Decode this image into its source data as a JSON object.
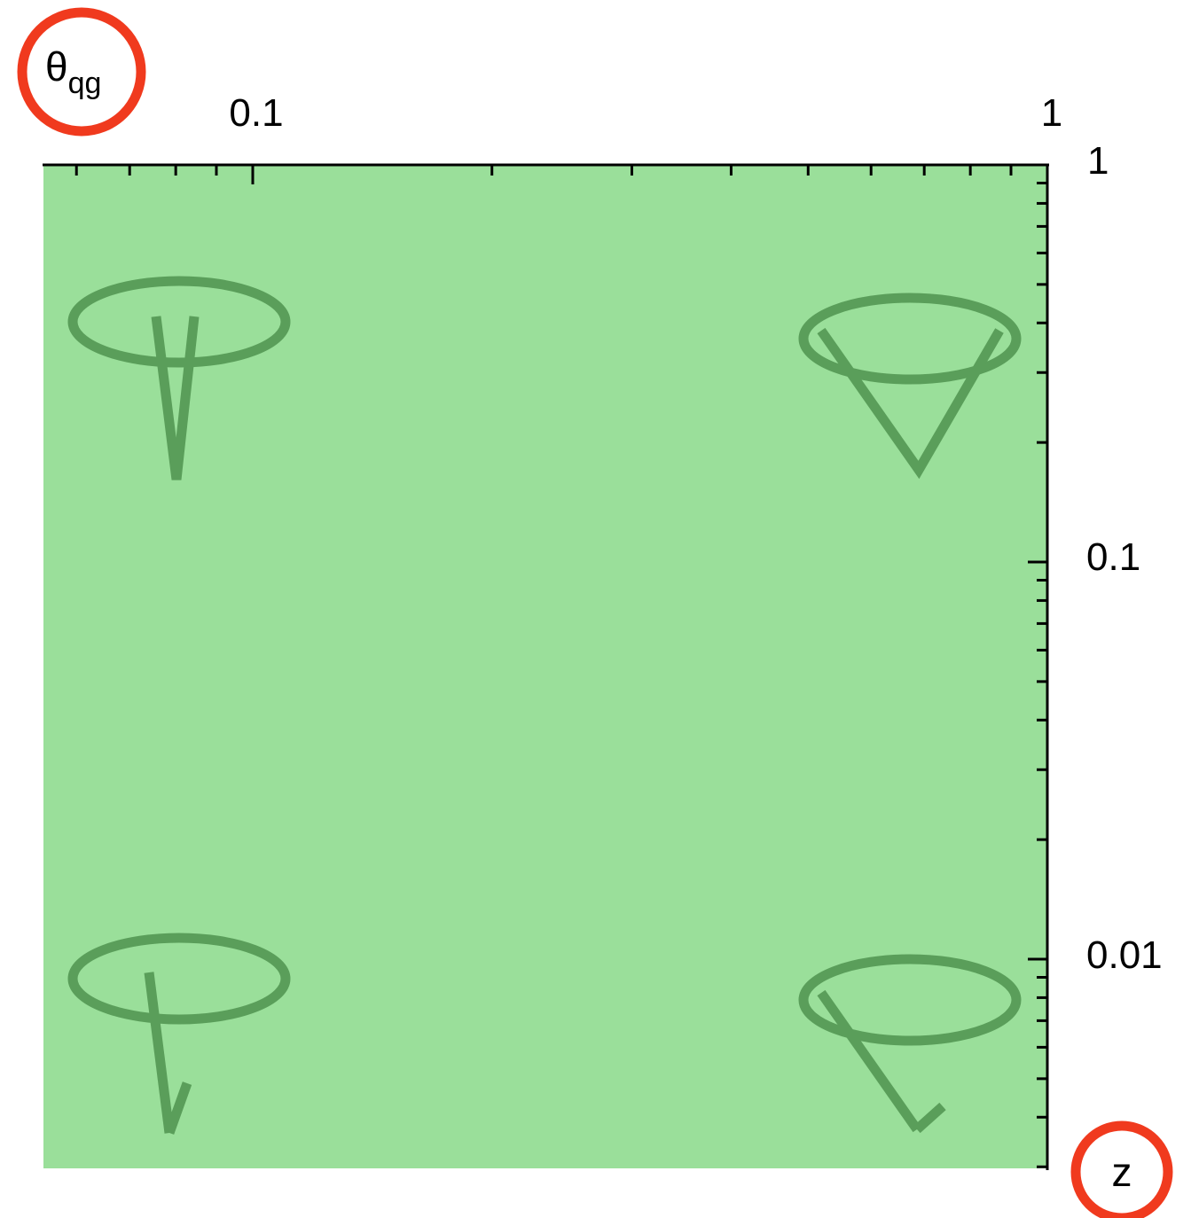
{
  "axes": {
    "x_label": "z",
    "y_label_main": "θ",
    "y_label_sub": "qg",
    "x_ticks": [
      "0.1",
      "1"
    ],
    "y_ticks": [
      "1",
      "0.1",
      "0.01"
    ]
  },
  "colors": {
    "region_fill": "#9ADF9A",
    "sketch_stroke": "#5A9E5A",
    "highlight_circle": "#F03A1E",
    "axis": "#000000"
  },
  "sketches": [
    "narrow-cone-wide-angle-icon",
    "wide-cone-wide-angle-icon",
    "narrow-cone-small-angle-icon",
    "wide-cone-small-angle-icon"
  ]
}
